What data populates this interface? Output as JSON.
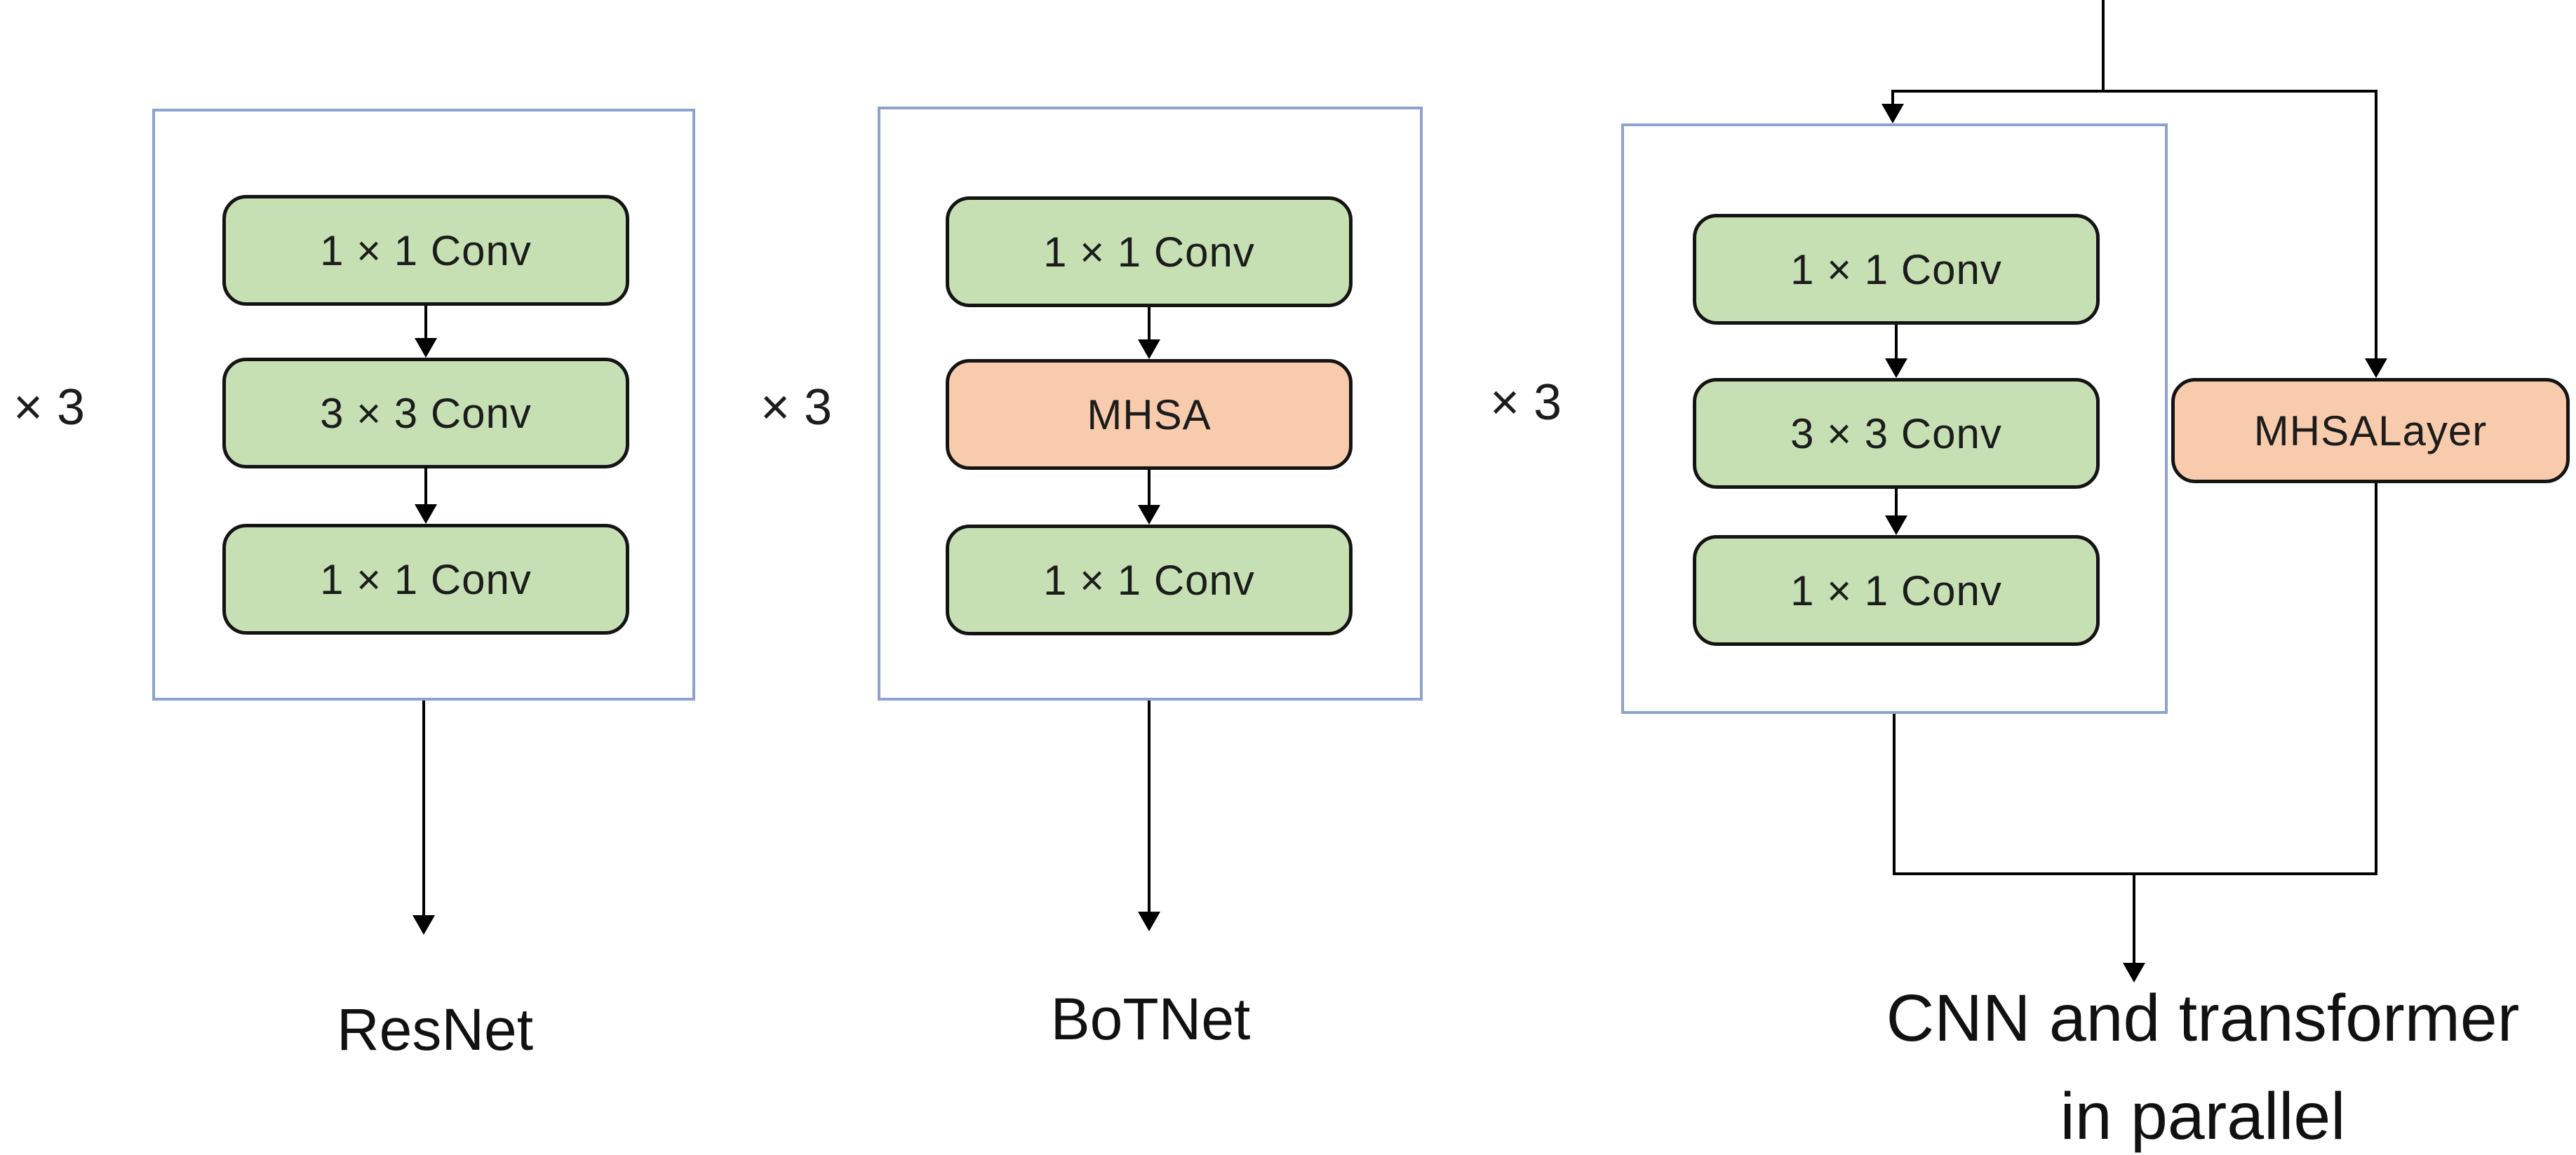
{
  "figure": {
    "colors": {
      "conv_fill": "#c6e0b4",
      "attention_fill": "#f8cbad",
      "frame_border": "#8ca3cf",
      "node_border": "#141414",
      "line": "#000000",
      "background": "#ffffff"
    },
    "blocks": [
      {
        "id": "resnet",
        "multiplier": "× 3",
        "layers": [
          {
            "text": "1 × 1 Conv",
            "type": "conv"
          },
          {
            "text": "3 × 3 Conv",
            "type": "conv"
          },
          {
            "text": "1 × 1 Conv",
            "type": "conv"
          }
        ],
        "caption": "ResNet"
      },
      {
        "id": "botnet",
        "multiplier": "× 3",
        "layers": [
          {
            "text": "1 × 1 Conv",
            "type": "conv"
          },
          {
            "text": "MHSA",
            "type": "attention"
          },
          {
            "text": "1 × 1 Conv",
            "type": "conv"
          }
        ],
        "caption": "BoTNet"
      },
      {
        "id": "cnn-transformer-parallel",
        "multiplier": "× 3",
        "layers": [
          {
            "text": "1 × 1 Conv",
            "type": "conv"
          },
          {
            "text": "3 × 3 Conv",
            "type": "conv"
          },
          {
            "text": "1 × 1 Conv",
            "type": "conv"
          }
        ],
        "side_layer": {
          "text": "MHSALayer",
          "type": "attention"
        },
        "caption_line1": "CNN and transformer",
        "caption_line2": "in parallel"
      }
    ]
  }
}
